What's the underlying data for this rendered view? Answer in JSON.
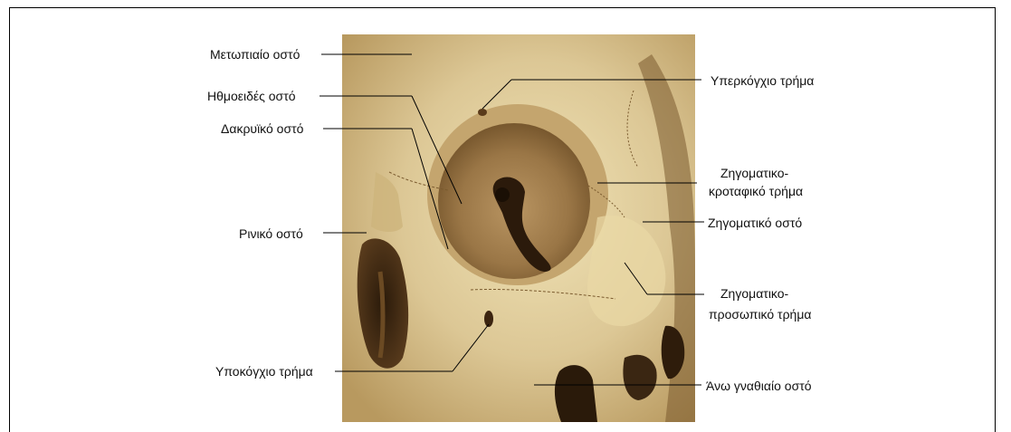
{
  "labels": {
    "frontal": "Μετωπιαίο οστό",
    "ethmoid": "Ηθμοειδές οστό",
    "lacrimal": "Δακρυϊκό οστό",
    "nasal": "Ρινικό οστό",
    "infraorbital": "Υποκόγχιο τρήμα",
    "supraorbital": "Υπερκόγχιο τρήμα",
    "zyg_temporal_line1": "Ζηγοματικο-",
    "zyg_temporal_line2": "κροταφικό τρήμα",
    "zygomatic": "Ζηγοματικό οστό",
    "zyg_facial_line1": "Ζηγοματικο-",
    "zyg_facial_line2": "προσωπικό τρήμα",
    "maxilla": "Άνω γναθιαίο οστό"
  },
  "colors": {
    "bone_light": "#e8d9a8",
    "bone_mid": "#c9b07a",
    "bone_shadow": "#8a6a3a",
    "cavity_dark": "#3a2612",
    "background_tan": "#d8c493",
    "leader_line": "#000000"
  }
}
